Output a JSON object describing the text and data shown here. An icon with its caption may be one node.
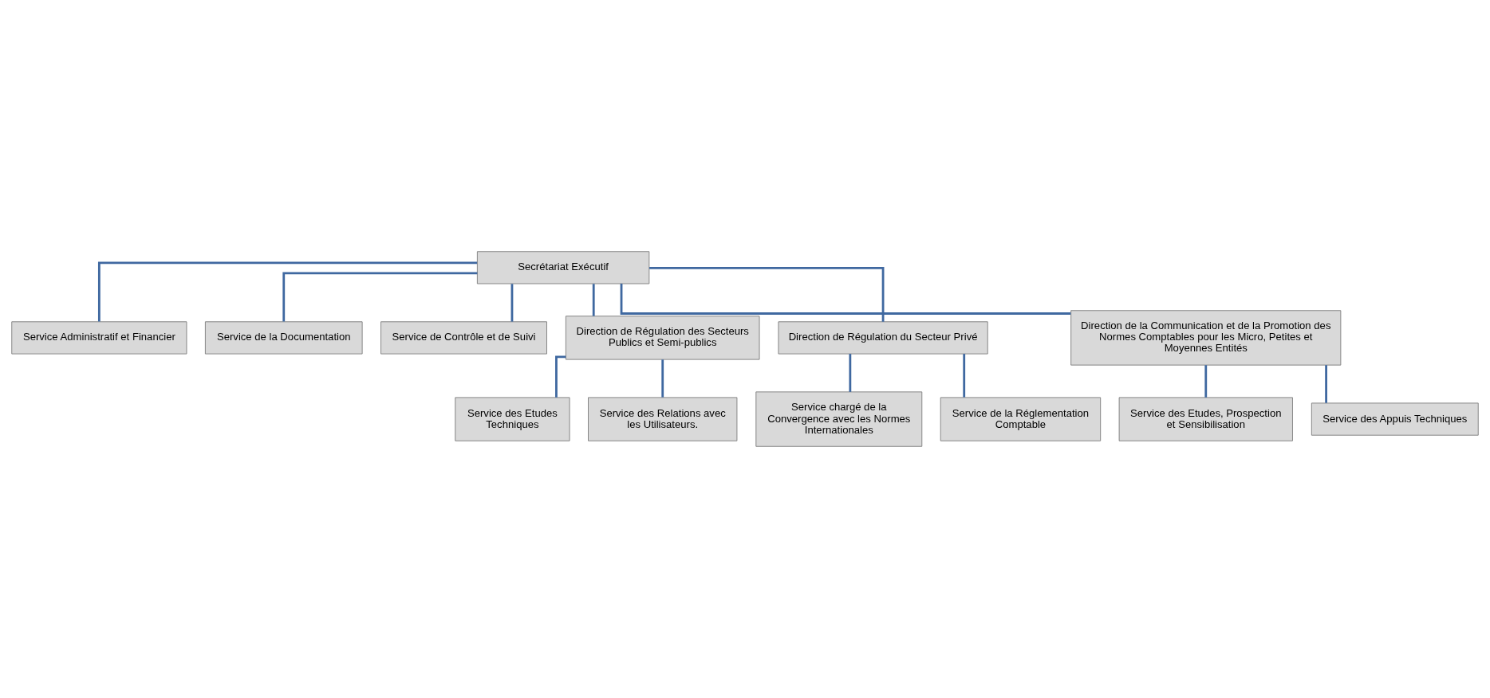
{
  "diagram": {
    "nodes": [
      {
        "text": [
          "Secrétariat Exécutif"
        ]
      },
      {
        "text": [
          "Service Administratif et Financier"
        ]
      },
      {
        "text": [
          "Service de la Documentation"
        ]
      },
      {
        "text": [
          "Service de Contrôle et de Suivi"
        ]
      },
      {
        "text": [
          "Direction de Régulation des Secteurs Publics et Semi-publics"
        ]
      },
      {
        "text": [
          "Direction de Régulation du Secteur Privé"
        ]
      },
      {
        "text": [
          "Direction de la Communication et de la Promotion des Normes Comptables pour les Micro, Petites et Moyennes Entités"
        ]
      },
      {
        "text": [
          "Service des Etudes Techniques"
        ]
      },
      {
        "text": [
          "Service des Relations avec les Utilisateurs."
        ]
      },
      {
        "text": [
          "Service chargé de la Convergence avec les Normes Internationales"
        ]
      },
      {
        "text": [
          "Service de la Réglementation Comptable"
        ]
      },
      {
        "text": [
          "Service des Etudes, Prospection et Sensibilisation"
        ]
      },
      {
        "text": [
          "Service des Appuis Techniques"
        ]
      }
    ],
    "edges": [
      {
        "from": 0,
        "to": 1,
        "arrow": "none"
      },
      {
        "from": 0,
        "to": 2,
        "arrow": "none"
      },
      {
        "from": 0,
        "to": 3,
        "arrow": "none"
      },
      {
        "from": 0,
        "to": 4,
        "arrow": "none"
      },
      {
        "from": 0,
        "to": 5,
        "arrow": "none"
      },
      {
        "from": 0,
        "to": 6,
        "arrow": "none"
      },
      {
        "from": 4,
        "to": 7,
        "arrow": "none"
      },
      {
        "from": 4,
        "to": 8,
        "arrow": "none"
      },
      {
        "from": 5,
        "to": 9,
        "arrow": "none"
      },
      {
        "from": 5,
        "to": 10,
        "arrow": "none"
      },
      {
        "from": 6,
        "to": 11,
        "arrow": "none"
      },
      {
        "from": 6,
        "to": 12,
        "arrow": "none"
      }
    ]
  }
}
